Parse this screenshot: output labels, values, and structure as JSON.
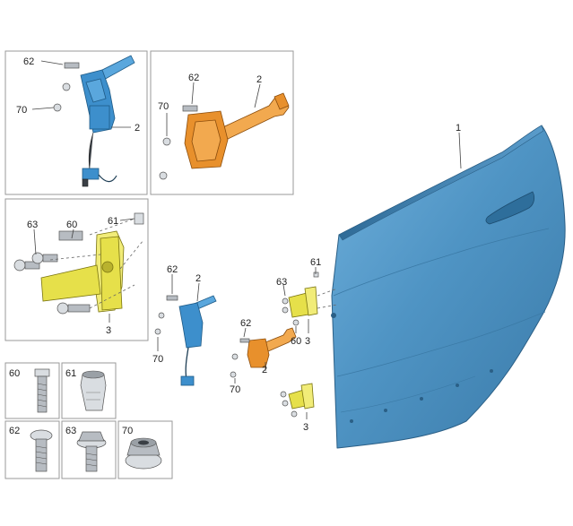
{
  "diagram": {
    "callouts": {
      "door": "1",
      "check_strap_a": "2",
      "check_strap_b": "2",
      "check_strap_c": "2",
      "check_strap_d": "2",
      "hinge_a": "3",
      "hinge_b": "3",
      "hinge_c": "3",
      "bolt_60_a": "60",
      "bolt_60_b": "60",
      "plug_61_a": "61",
      "plug_61_b": "61",
      "bolt_62_a": "62",
      "bolt_62_b": "62",
      "bolt_62_c": "62",
      "bolt_62_d": "62",
      "bolt_63_a": "63",
      "bolt_63_b": "63",
      "nut_70_a": "70",
      "nut_70_b": "70",
      "nut_70_c": "70",
      "nut_70_d": "70"
    },
    "legend": [
      {
        "key": "60",
        "part": "bolt-60"
      },
      {
        "key": "61",
        "part": "plug-61"
      },
      {
        "key": "62",
        "part": "bolt-62"
      },
      {
        "key": "63",
        "part": "bolt-63"
      },
      {
        "key": "70",
        "part": "nut-70"
      }
    ],
    "colors": {
      "door": "#4f94c4",
      "check_strap_blue": "#3d8fcc",
      "check_strap_orange": "#e8902c",
      "hinge_yellow": "#e6e04a",
      "hardware_grey": "#b7bcc2"
    }
  }
}
